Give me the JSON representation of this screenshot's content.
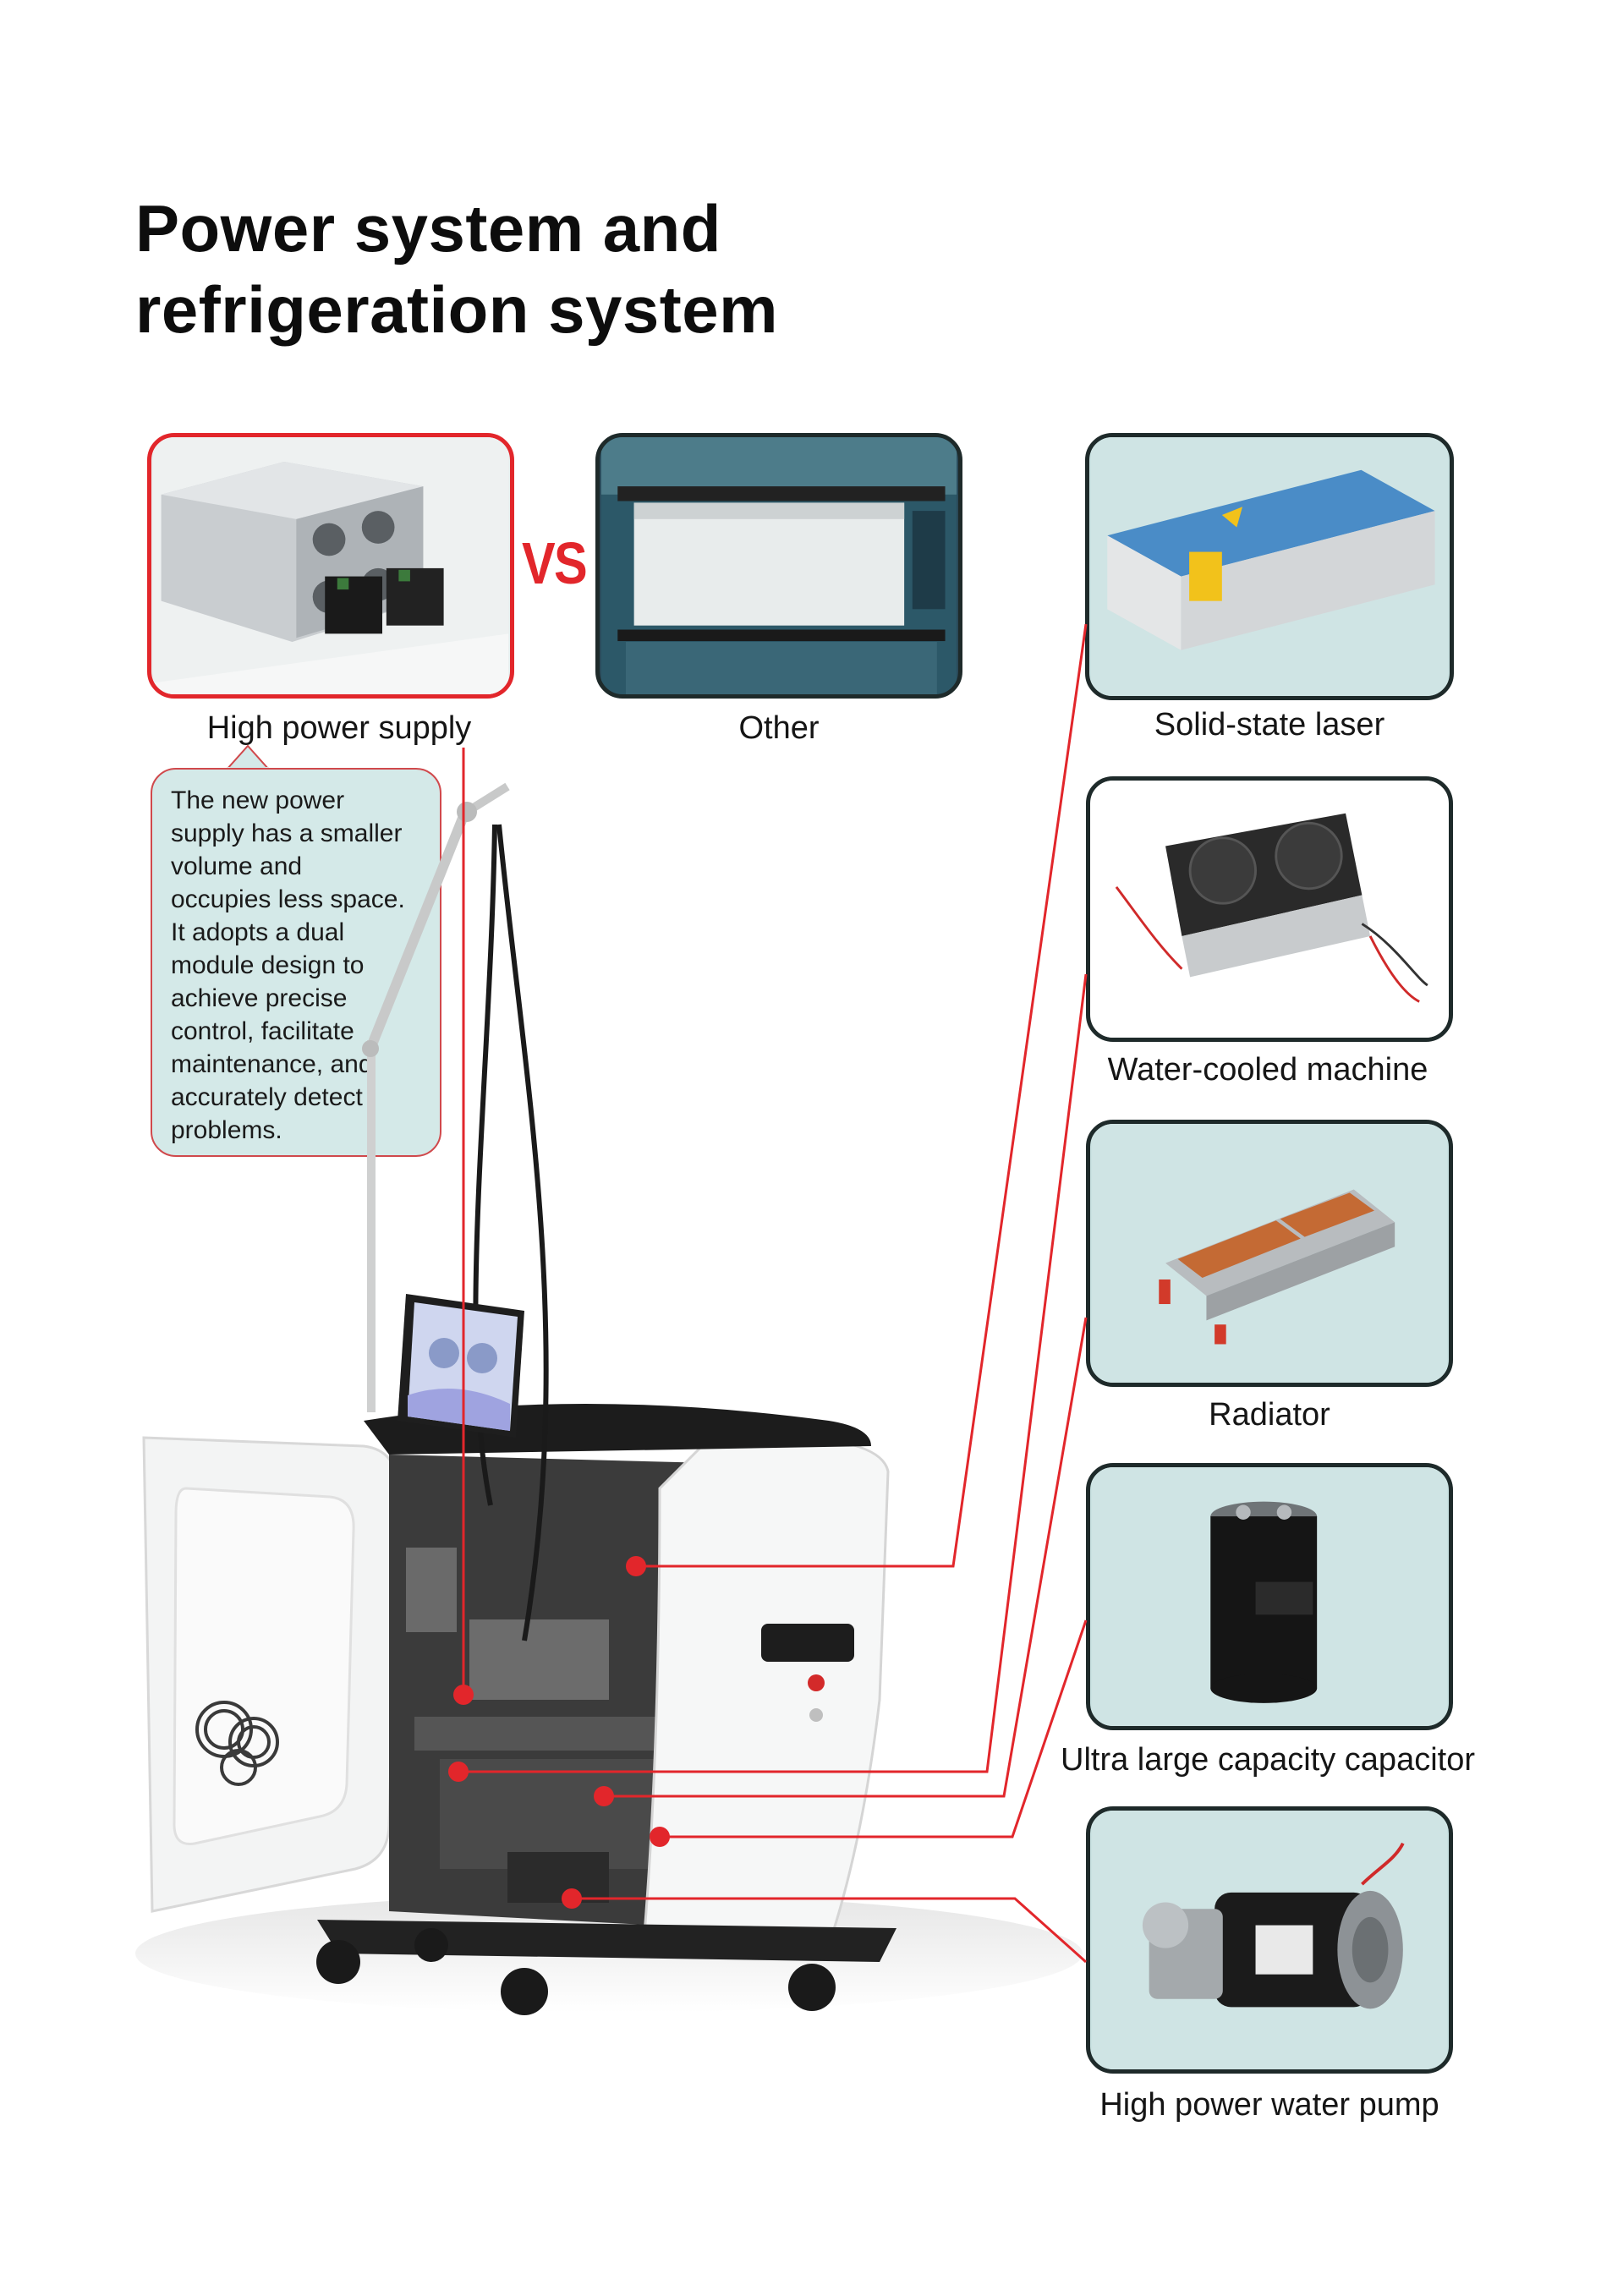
{
  "title": {
    "line1": "Power system and",
    "line2": "refrigeration system"
  },
  "comparison": {
    "left_label": "High power supply",
    "vs": "VS",
    "right_label": "Other"
  },
  "description": [
    "The new power",
    "supply has a smaller",
    "volume and",
    "occupies less space.",
    "It adopts a dual",
    "module design to",
    "achieve precise",
    "control, facilitate",
    "maintenance, and",
    "accurately detect",
    "problems."
  ],
  "components": [
    {
      "label": "Solid-state laser"
    },
    {
      "label": "Water-cooled machine"
    },
    {
      "label": "Radiator"
    },
    {
      "label": "Ultra large capacity capacitor"
    },
    {
      "label": "High power water pump"
    }
  ],
  "colors": {
    "accent_red": "#e2262b",
    "panel_bg": "#c9e2e2",
    "panel_border": "#1e2a2a",
    "bubble_bg": "#d4e9e8"
  }
}
